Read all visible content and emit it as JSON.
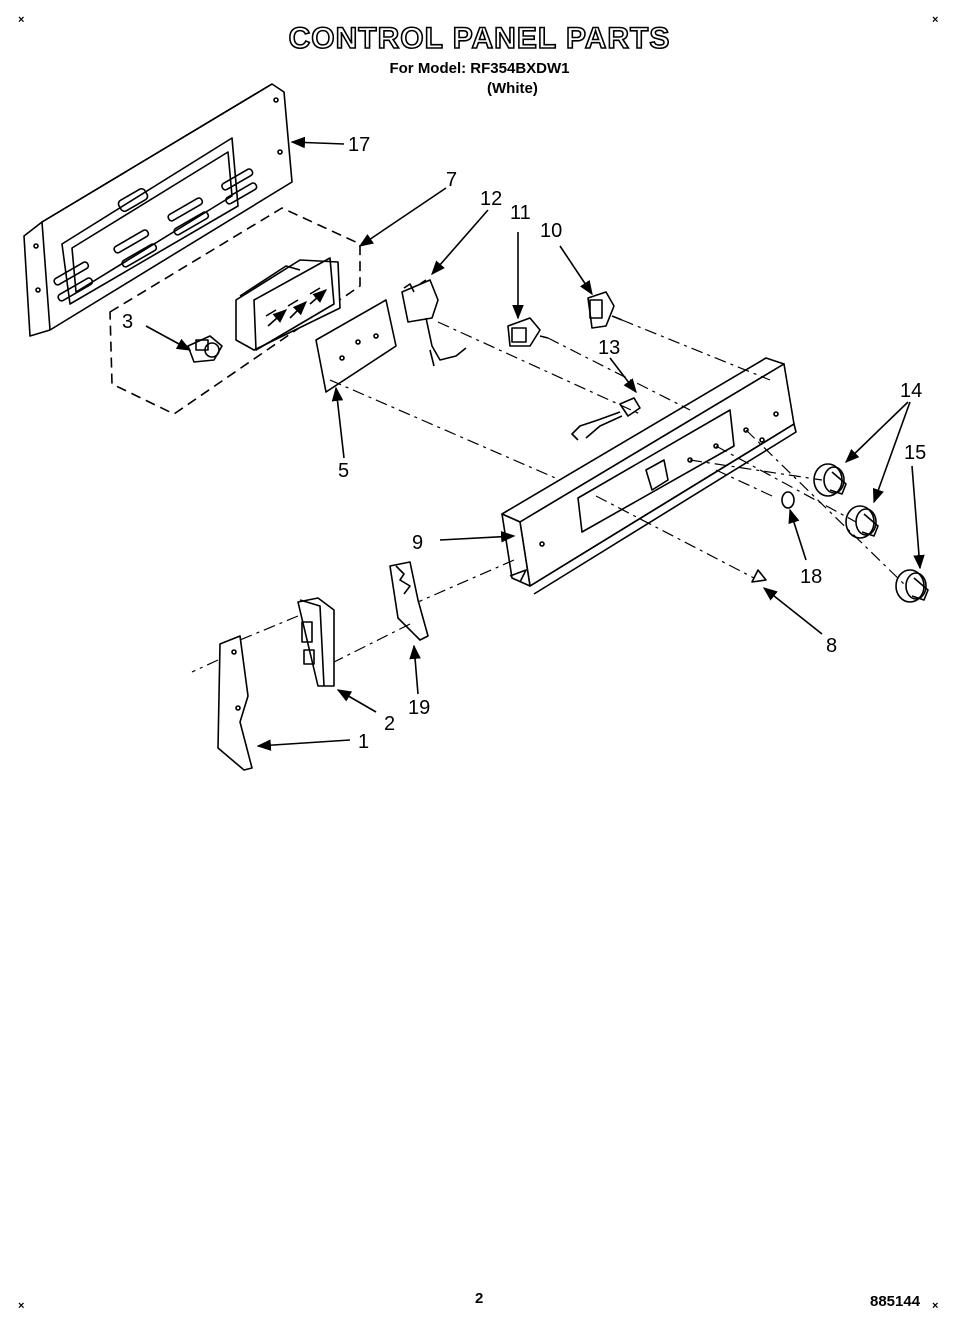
{
  "header": {
    "title": "CONTROL PANEL PARTS",
    "model_line": "For Model: RF354BXDW1",
    "color_note": "(White)"
  },
  "footer": {
    "page_number": "2",
    "document_number": "885144"
  },
  "corner_marks": [
    "×",
    "×",
    "×",
    "×"
  ],
  "callouts": {
    "c1": "1",
    "c2": "2",
    "c3": "3",
    "c5": "5",
    "c7": "7",
    "c8": "8",
    "c9": "9",
    "c10": "10",
    "c11": "11",
    "c12": "12",
    "c13": "13",
    "c14": "14",
    "c15": "15",
    "c17": "17",
    "c18": "18",
    "c19": "19"
  }
}
